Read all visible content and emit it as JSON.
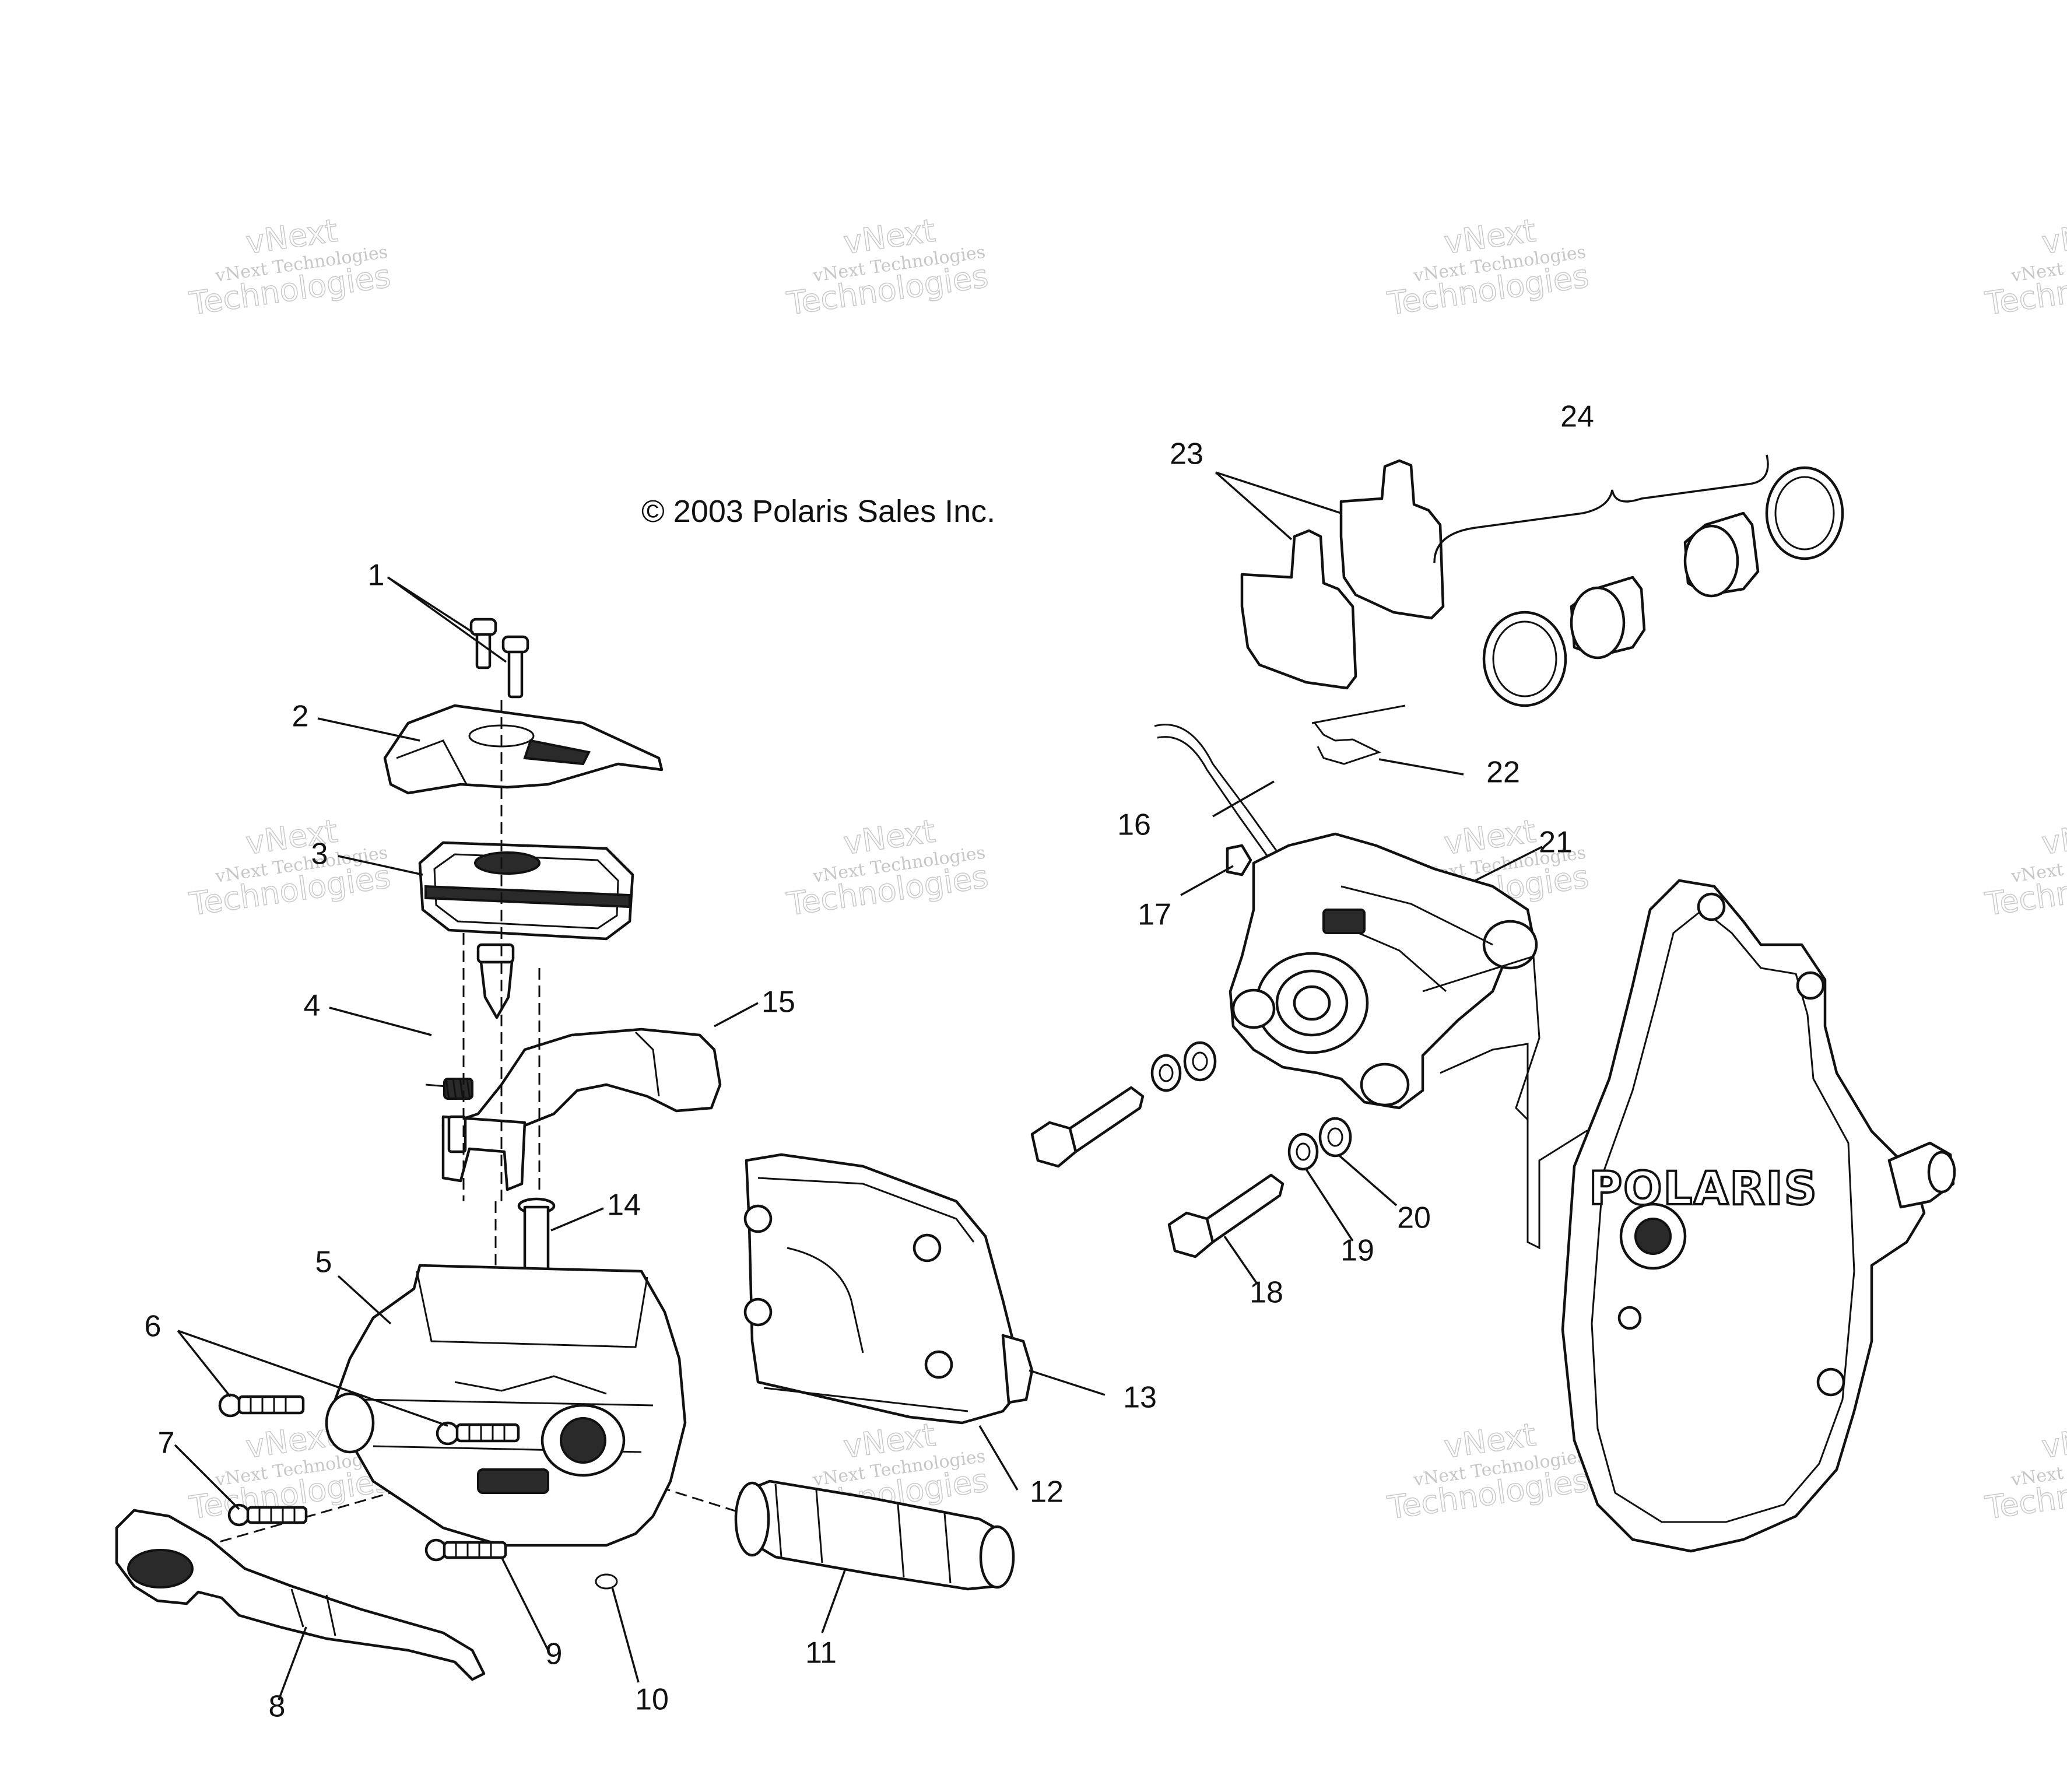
{
  "copyright": "© 2003 Polaris Sales Inc.",
  "logo_text": "POLARIS",
  "watermark": {
    "small": "vNext Technologies",
    "large_line1": "vNext",
    "large_line2": "Technologies"
  },
  "callouts": [
    "1",
    "2",
    "3",
    "4",
    "5",
    "6",
    "7",
    "8",
    "9",
    "10",
    "11",
    "12",
    "13",
    "14",
    "15",
    "16",
    "17",
    "18",
    "19",
    "20",
    "21",
    "22",
    "23",
    "24"
  ],
  "colors": {
    "ink": "#111111",
    "watermark": "#9a9a9a",
    "background": "#ffffff"
  }
}
